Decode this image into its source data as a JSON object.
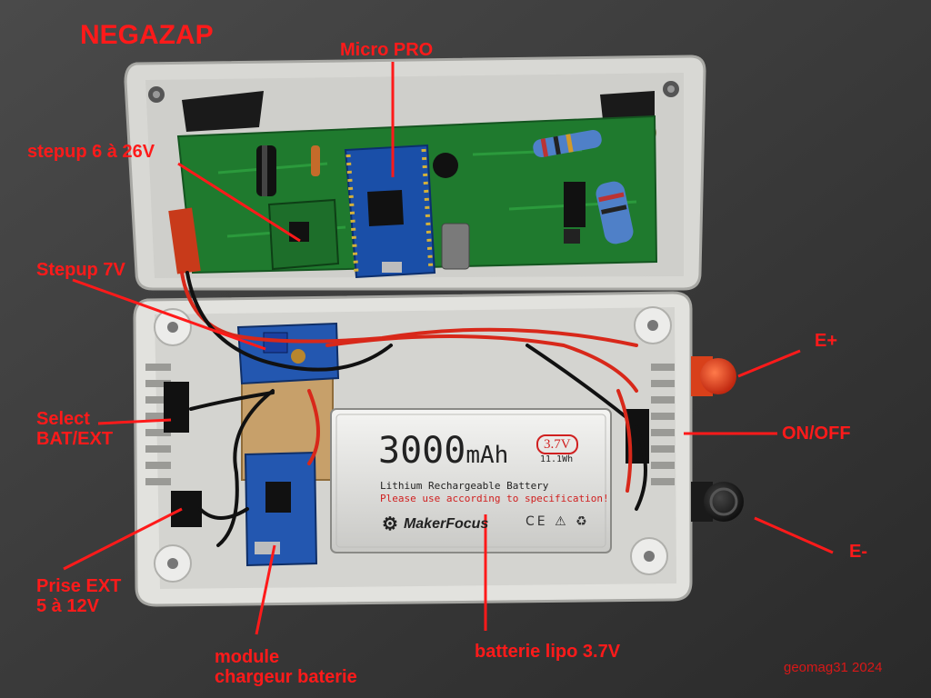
{
  "title": "NEGAZAP",
  "annotations": {
    "micro_pro": "Micro PRO",
    "stepup_6_26": "stepup 6 à 26V",
    "stepup_7": "Stepup 7V",
    "select_line1": "Select",
    "select_line2": "BAT/EXT",
    "prise_line1": "Prise EXT",
    "prise_line2": "5 à 12V",
    "module_line1": "module",
    "module_line2": "chargeur baterie",
    "batterie": "batterie lipo 3.7V",
    "e_plus": "E+",
    "on_off": "ON/OFF",
    "e_minus": "E-"
  },
  "battery_label": {
    "capacity_big": "3000",
    "capacity_unit": "mAh",
    "voltage": "3.7V",
    "energy": "11.1Wh",
    "type": "Lithium Rechargeable Battery",
    "warning": "Please use according to specification!",
    "brand": "MakerFocus"
  },
  "credit": "geomag31 2024",
  "colors": {
    "annotation": "#ff1a1a",
    "pcb": "#1f7a2e",
    "enclosure": "#d9d9d5",
    "background": "#3a3a3a"
  }
}
